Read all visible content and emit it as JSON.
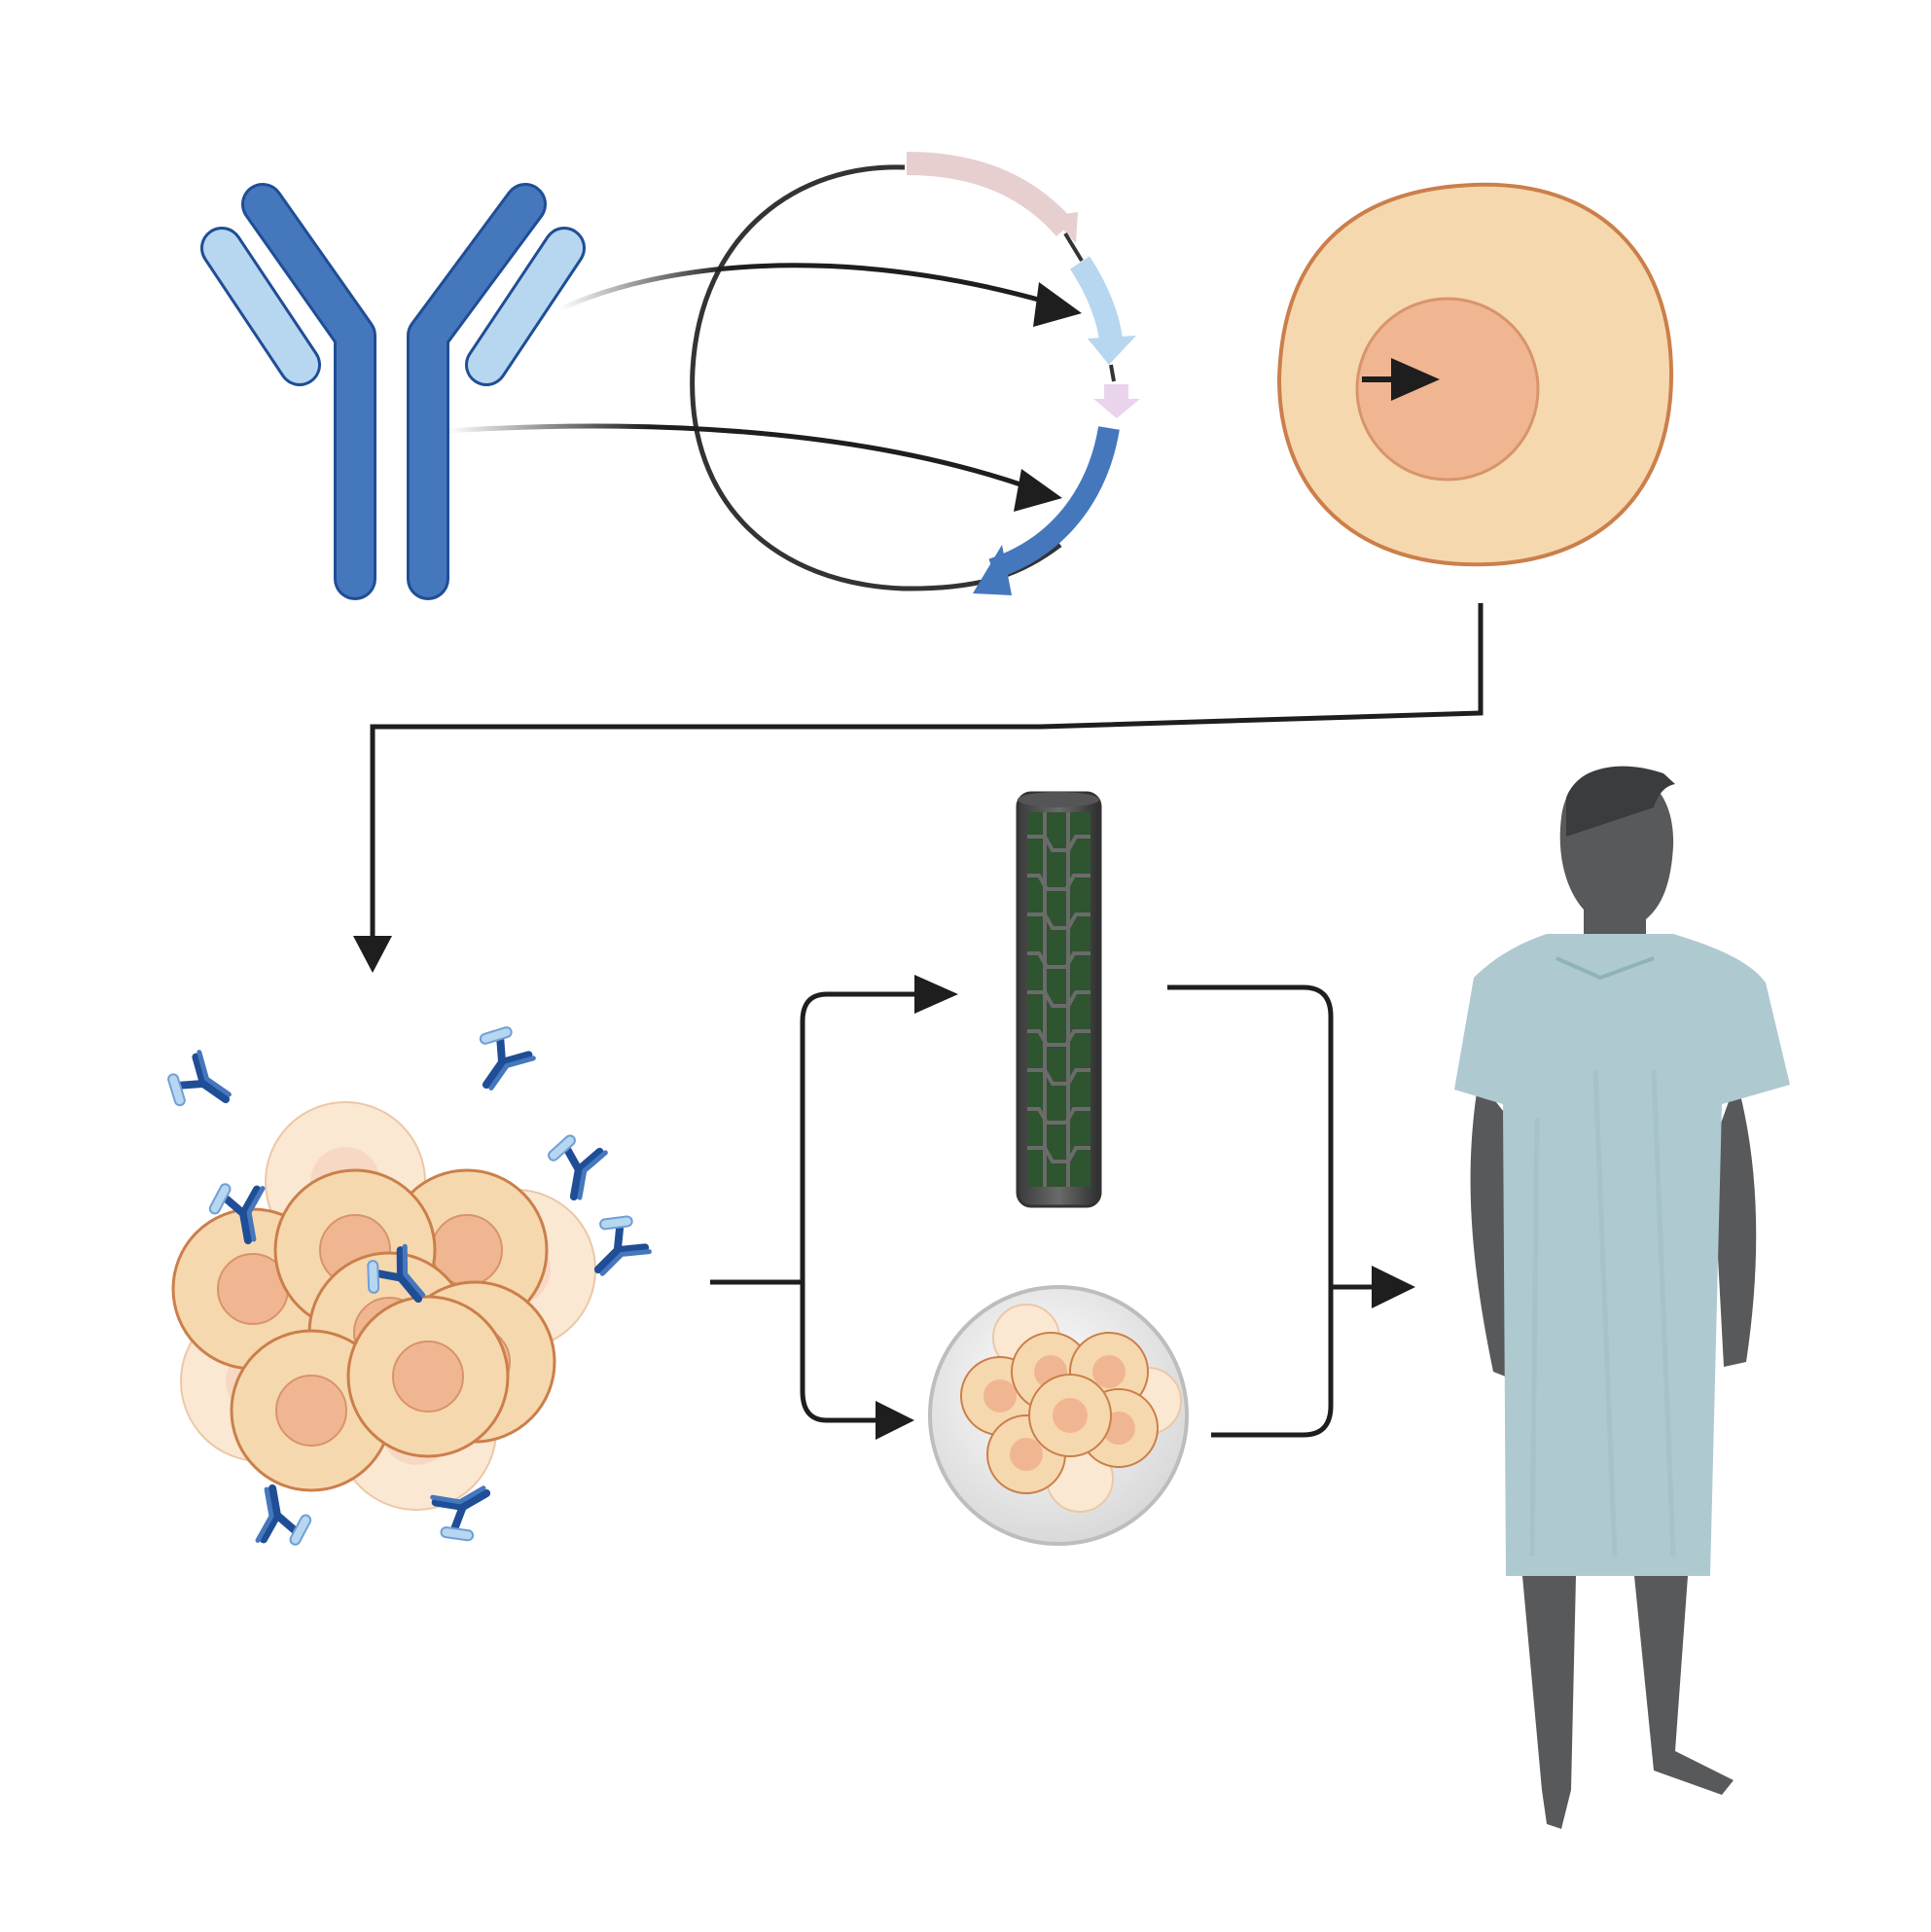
{
  "diagram": {
    "kind": "antibody-production-workflow",
    "stages": [
      {
        "id": "antibody",
        "icon": "antibody-icon"
      },
      {
        "id": "expression-plasmid",
        "icon": "plasmid-icon"
      },
      {
        "id": "host-cell",
        "icon": "host-cell-icon"
      },
      {
        "id": "antibody-expressing-cell-culture",
        "icon": "cell-culture-icon"
      },
      {
        "id": "scaffold",
        "icon": "scaffold-tube-icon"
      },
      {
        "id": "cell-spheroid",
        "icon": "spheroid-dish-icon"
      },
      {
        "id": "patient",
        "icon": "patient-icon"
      }
    ],
    "connections": [
      {
        "from": "antibody",
        "to": "expression-plasmid",
        "count": 2
      },
      {
        "from": "expression-plasmid",
        "to": "host-cell"
      },
      {
        "from": "host-cell",
        "to": "antibody-expressing-cell-culture"
      },
      {
        "from": "antibody-expressing-cell-culture",
        "to": "scaffold"
      },
      {
        "from": "antibody-expressing-cell-culture",
        "to": "cell-spheroid"
      },
      {
        "from": "scaffold",
        "to": "patient"
      },
      {
        "from": "cell-spheroid",
        "to": "patient"
      }
    ],
    "colors": {
      "antibody_heavy": "#4577BD",
      "antibody_light": "#B7D6F0",
      "cell_fill": "#F6D8AF",
      "cell_outline": "#CB7F4A",
      "nucleus": "#F0B691",
      "arrow": "#1E1E1E",
      "scaffold": "#4A4A4A",
      "scaffold_inner": "#2E5430",
      "gown": "#AECAD0",
      "skin": "#58595B"
    }
  }
}
